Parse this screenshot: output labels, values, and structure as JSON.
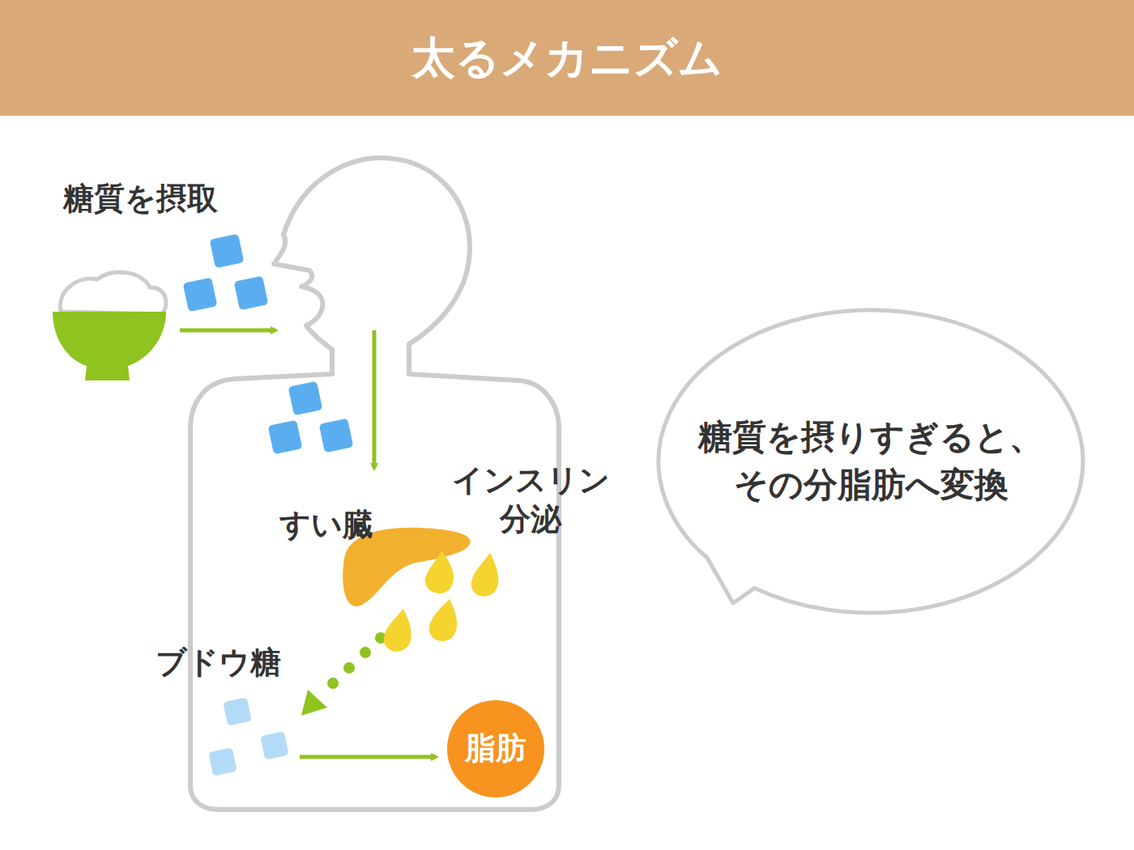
{
  "diagram": {
    "title": "太るメカニズム",
    "nodes": [
      {
        "text": [
          "糖質を摂りすぎると、 その分脂肪へ変換"
        ]
      },
      {
        "text": [
          "脂肪"
        ]
      }
    ],
    "labels": [
      "糖質を摂取",
      "すい臓",
      "インスリン 分泌",
      "ブドウ糖"
    ]
  }
}
